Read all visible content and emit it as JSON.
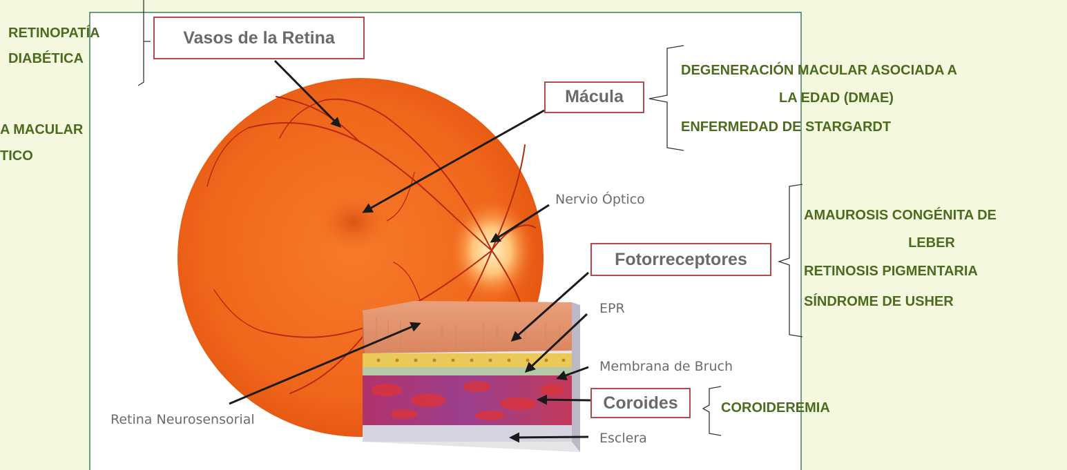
{
  "colors": {
    "background": "#f3f8de",
    "panel": "#ffffff",
    "panel_border": "#3e7a5e",
    "disease_text": "#4d6b1e",
    "label_box_border": "#b5484b",
    "label_text": "#6a6a6a",
    "retina_orange": "#f26a1c",
    "vessel": "#b82a0f"
  },
  "structures": {
    "vasos": "Vasos de la Retina",
    "macula": "Mácula",
    "fotorreceptores": "Fotorreceptores",
    "coroides": "Coroides",
    "nervio": "Nervio Óptico",
    "epr": "EPR",
    "bruch": "Membrana de Bruch",
    "esclera": "Esclera",
    "retina_neuro": "Retina Neurosensorial"
  },
  "diseases": {
    "vasos": [
      "RETINOPATÍA",
      "DIABÉTICA"
    ],
    "left_partial": [
      "A MACULAR",
      "TICO"
    ],
    "macula": [
      "DEGENERACIÓN MACULAR ASOCIADA A",
      "LA EDAD (DMAE)",
      "ENFERMEDAD DE STARGARDT"
    ],
    "fotorreceptores": [
      "AMAUROSIS CONGÉNITA DE",
      "LEBER",
      "RETINOSIS PIGMENTARIA",
      "SÍNDROME DE USHER"
    ],
    "coroides": [
      "COROIDEREMIA"
    ]
  }
}
